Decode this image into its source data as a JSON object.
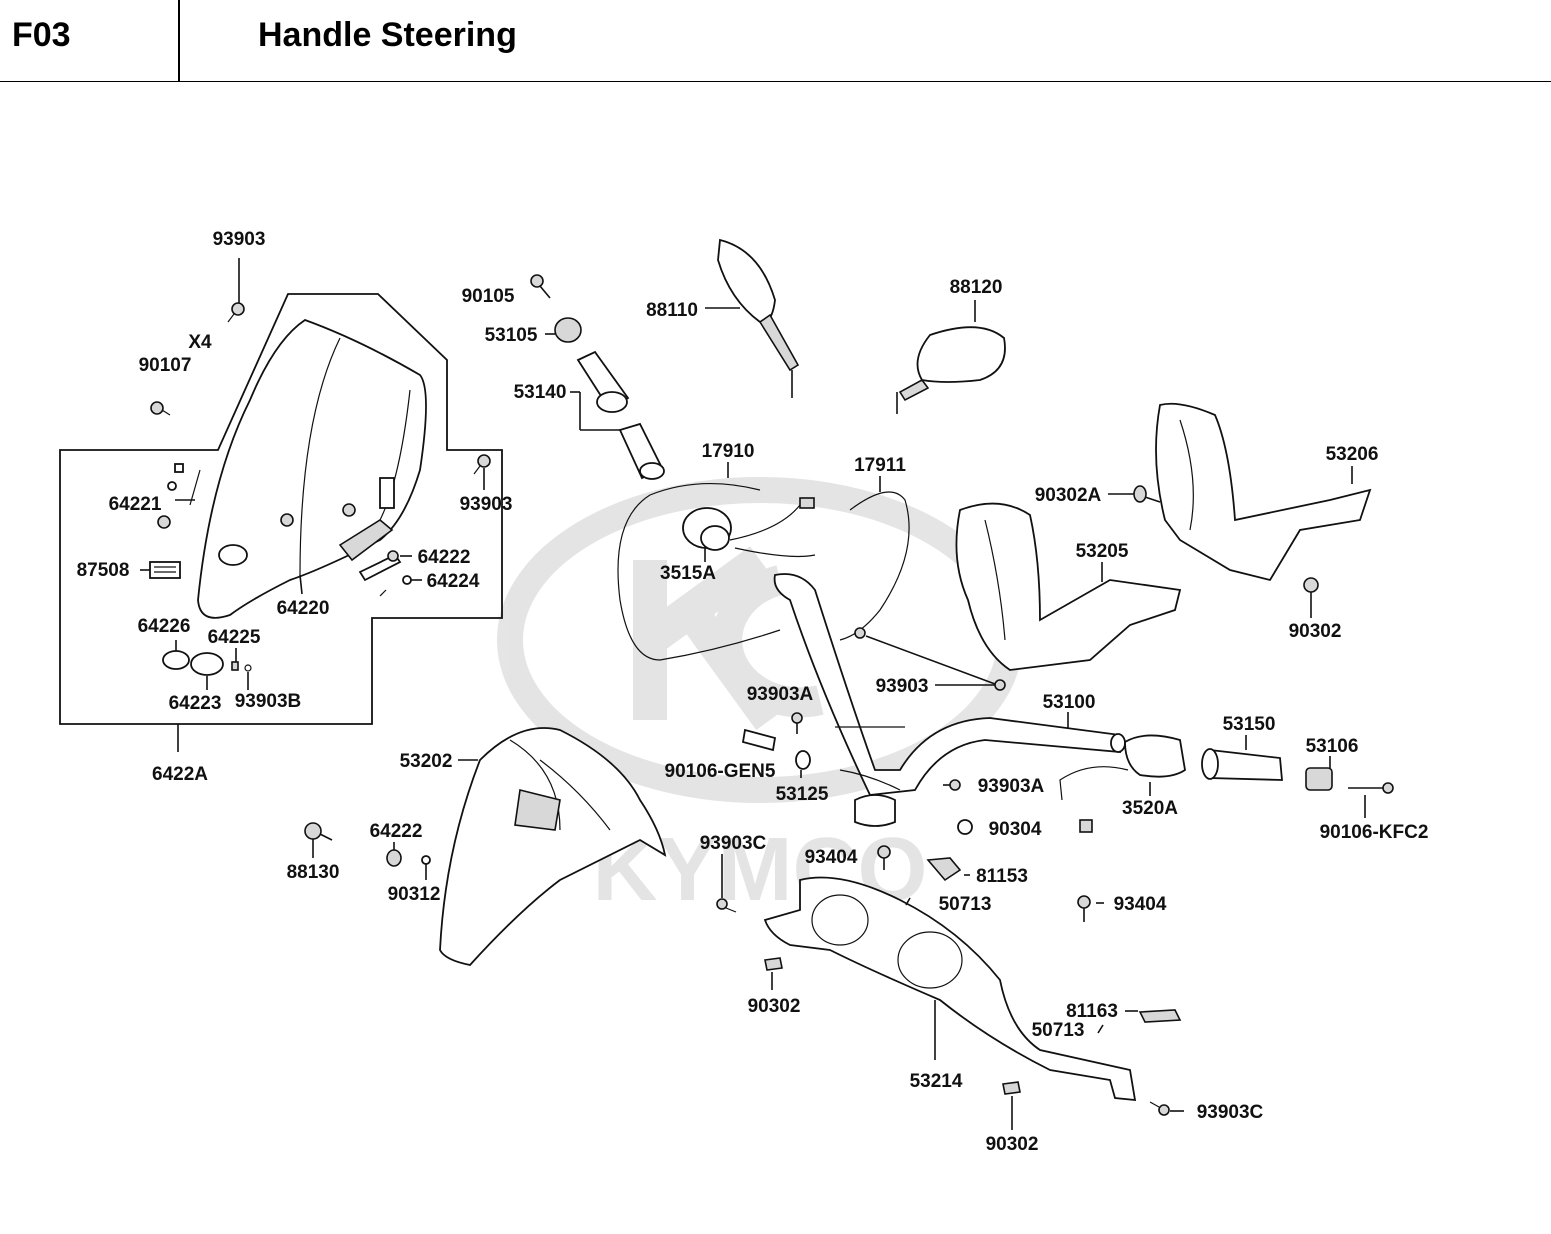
{
  "header": {
    "code": "F03",
    "title": "Handle Steering"
  },
  "watermark": {
    "text": "KYMCO",
    "color": "#cccccc"
  },
  "labels": {
    "p93903_top": "93903",
    "x4": "X4",
    "p90107": "90107",
    "p64221": "64221",
    "p87508": "87508",
    "p64220": "64220",
    "p64222_box": "64222",
    "p64224": "64224",
    "p64226": "64226",
    "p64225": "64225",
    "p64223": "64223",
    "p93903B": "93903B",
    "p6422A": "6422A",
    "p93903_mid": "93903",
    "p90105": "90105",
    "p53105": "53105",
    "p53140": "53140",
    "p88110": "88110",
    "p88120": "88120",
    "p17910": "17910",
    "p17911": "17911",
    "p3515A": "3515A",
    "p90302A": "90302A",
    "p53206": "53206",
    "p53205": "53205",
    "p90302_right": "90302",
    "p93903_center": "93903",
    "p53100": "53100",
    "p93903A_top": "93903A",
    "p90106GEN5": "90106-GEN5",
    "p53125": "53125",
    "p93903A_right": "93903A",
    "p90304": "90304",
    "p3520A": "3520A",
    "p53150": "53150",
    "p53106": "53106",
    "p90106KFC2": "90106-KFC2",
    "p53202": "53202",
    "p88130": "88130",
    "p64222_low": "64222",
    "p90312": "90312",
    "p93903C_top": "93903C",
    "p93404_left": "93404",
    "p81153": "81153",
    "p50713_top": "50713",
    "p93404_right": "93404",
    "p90302_low": "90302",
    "p81163": "81163",
    "p50713_low": "50713",
    "p53214": "53214",
    "p90302_bottom": "90302",
    "p93903C_bottom": "93903C"
  }
}
